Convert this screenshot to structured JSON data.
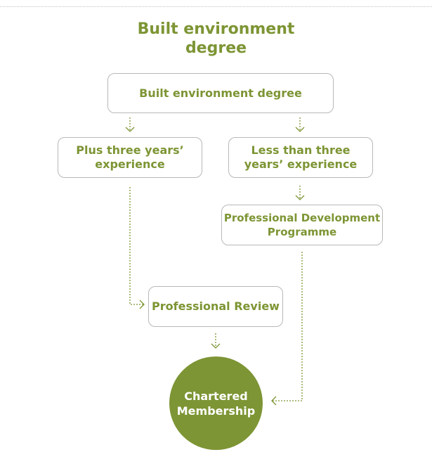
{
  "title": {
    "line1": "Built environment",
    "line2": "degree"
  },
  "nodes": {
    "degree": "Built environment degree",
    "plus_three": {
      "line1": "Plus three years’",
      "line2": "experience"
    },
    "less_three": {
      "line1": "Less than three",
      "line2": "years’ experience"
    },
    "pdp": {
      "line1": "Professional Development",
      "line2": "Programme"
    },
    "review": "Professional Review",
    "chartered": {
      "line1": "Chartered",
      "line2": "Membership"
    }
  },
  "colors": {
    "accent": "#7d9534",
    "border": "#b8b8b8",
    "connector": "#7d9534"
  }
}
